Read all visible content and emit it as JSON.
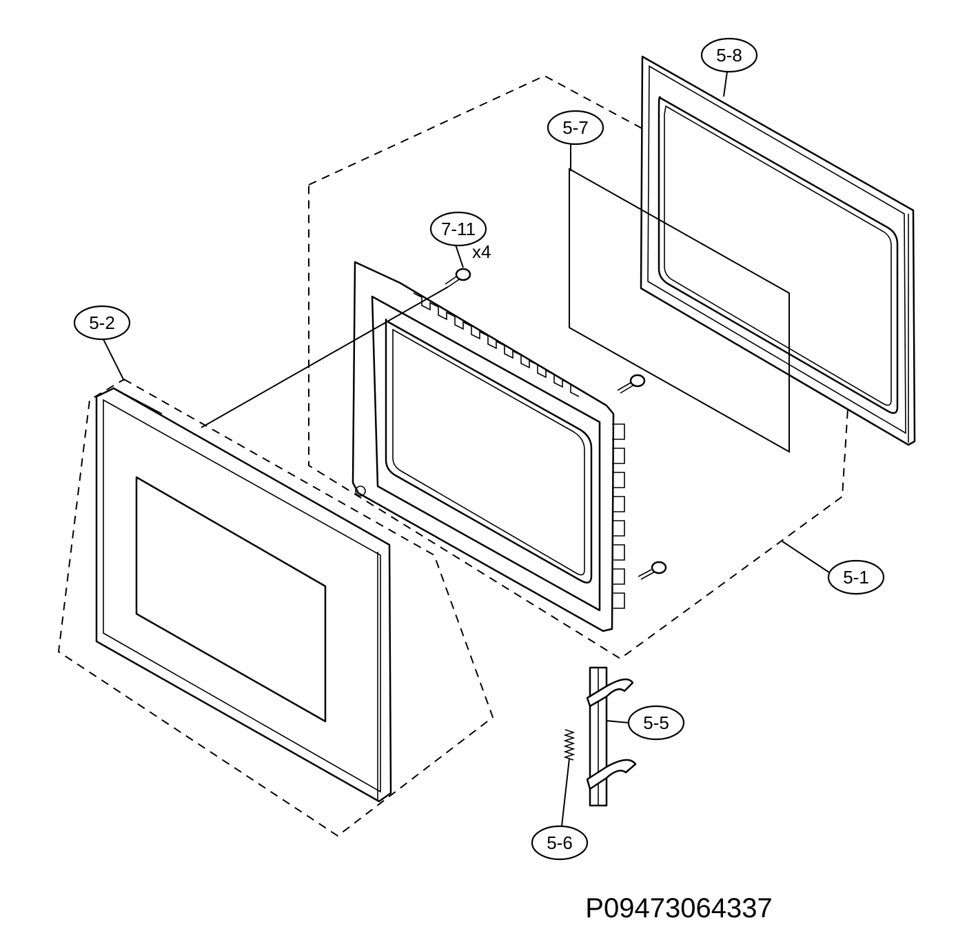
{
  "callouts": {
    "c58": "5-8",
    "c57": "5-7",
    "c711": "7-11",
    "c711_qty": "x4",
    "c52": "5-2",
    "c51": "5-1",
    "c55": "5-5",
    "c56": "5-6"
  },
  "reference_code": "P09473064337"
}
